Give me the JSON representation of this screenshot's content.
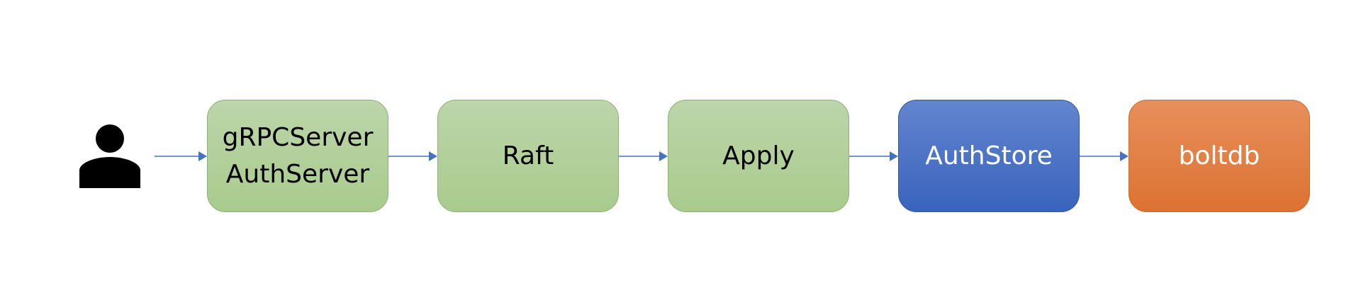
{
  "diagram": {
    "actor_icon": "user-icon",
    "nodes": [
      {
        "id": "grpc",
        "lines": [
          "gRPCServer",
          "AuthServer"
        ],
        "fill": "#a9cb8d",
        "text_color": "#000000"
      },
      {
        "id": "raft",
        "lines": [
          "Raft"
        ],
        "fill": "#a9cb8d",
        "text_color": "#000000"
      },
      {
        "id": "apply",
        "lines": [
          "Apply"
        ],
        "fill": "#a9cb8d",
        "text_color": "#000000"
      },
      {
        "id": "authstore",
        "lines": [
          "AuthStore"
        ],
        "fill": "#4472c4",
        "text_color": "#ffffff"
      },
      {
        "id": "boltdb",
        "lines": [
          "boltdb"
        ],
        "fill": "#e07b39",
        "text_color": "#ffffff"
      }
    ],
    "edges": [
      {
        "from": "user",
        "to": "grpc"
      },
      {
        "from": "grpc",
        "to": "raft"
      },
      {
        "from": "raft",
        "to": "apply"
      },
      {
        "from": "apply",
        "to": "authstore"
      },
      {
        "from": "authstore",
        "to": "boltdb"
      }
    ],
    "arrow_color": "#4472c4"
  }
}
